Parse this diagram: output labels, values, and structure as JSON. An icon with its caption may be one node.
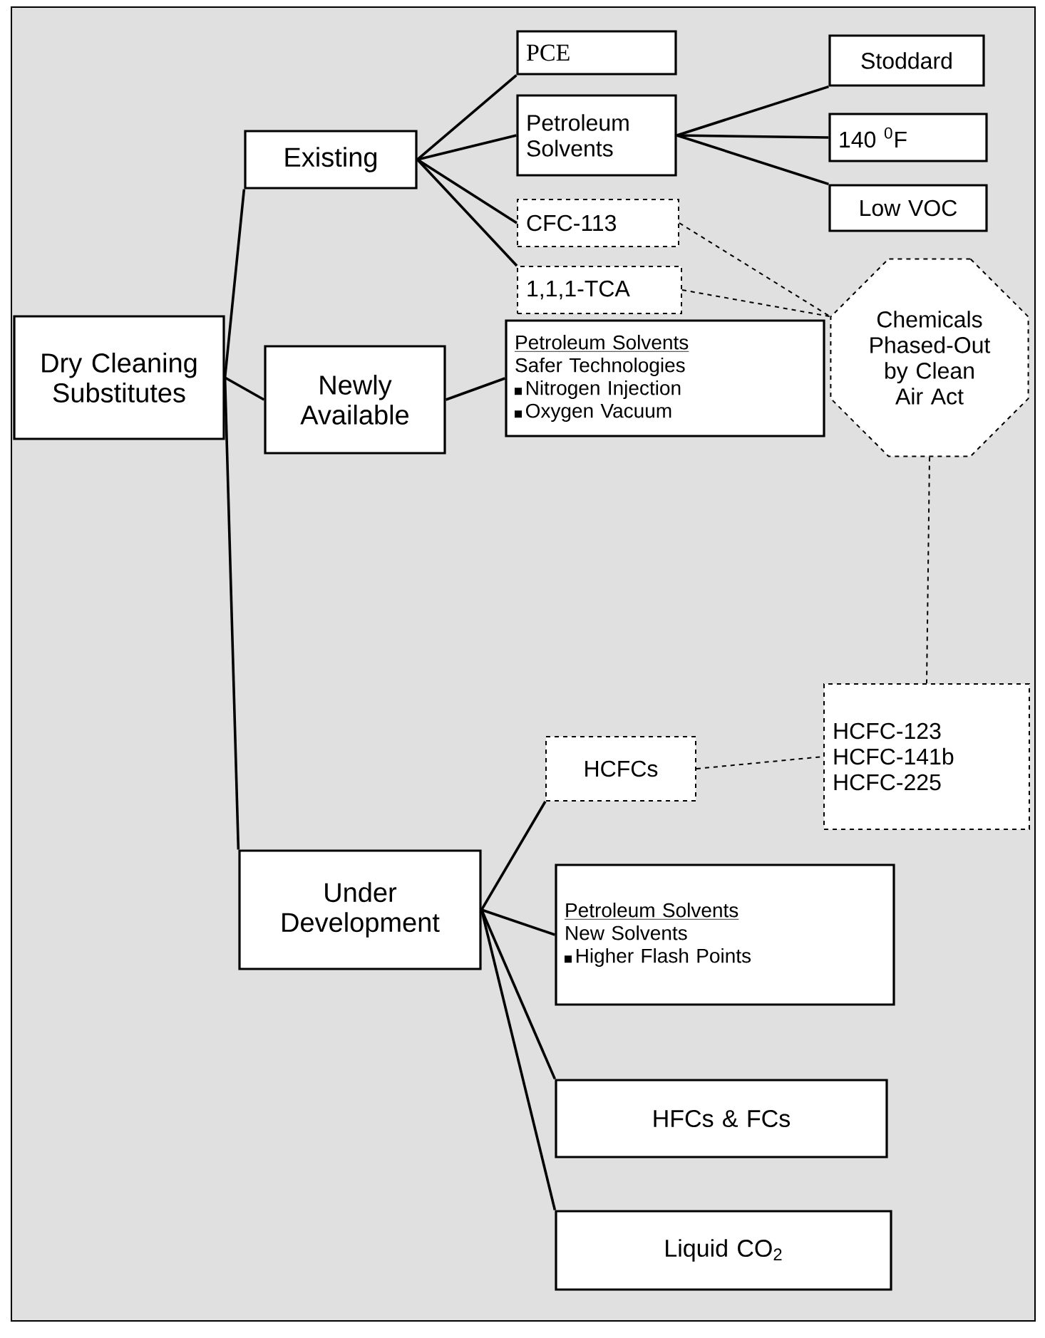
{
  "diagram": {
    "nodes": [
      {
        "text": [
          "Dry Cleaning Substitutes"
        ]
      },
      {
        "text": [
          "Existing"
        ]
      },
      {
        "text": [
          "Newly Available"
        ]
      },
      {
        "text": [
          "Under Development"
        ]
      },
      {
        "text": [
          "PCE"
        ]
      },
      {
        "text": [
          "Petroleum Solvents"
        ]
      },
      {
        "text": [
          "CFC-113"
        ]
      },
      {
        "text": [
          "1,1,1-TCA"
        ]
      },
      {
        "text": [
          "Petroleum Solvents",
          "Safer Technologies",
          "Nitrogen Injection",
          "Oxygen Vacuum"
        ]
      },
      {
        "text": [
          "Stoddard"
        ]
      },
      {
        "text": [
          "140 $^{0}$F"
        ]
      },
      {
        "text": [
          "Low VOC"
        ]
      },
      {
        "text": [
          "Chemicals Phased-Out by Clean Air Act"
        ]
      },
      {
        "text": [
          "HCFCs"
        ]
      },
      {
        "text": [
          "HCFC-123",
          "HCFC-141b",
          "HCFC-225"
        ]
      },
      {
        "text": [
          "Petroleum Solvents",
          "New Solvents",
          "Higher Flash Points"
        ]
      },
      {
        "text": [
          "HFCs & FCs"
        ]
      },
      {
        "text": [
          "Liquid CO$_{2}$"
        ]
      }
    ],
    "edges": [
      {
        "from": 0,
        "to": 1,
        "arrow": "none"
      },
      {
        "from": 0,
        "to": 2,
        "arrow": "none"
      },
      {
        "from": 0,
        "to": 3,
        "arrow": "none"
      },
      {
        "from": 1,
        "to": 4,
        "arrow": "none"
      },
      {
        "from": 1,
        "to": 5,
        "arrow": "none"
      },
      {
        "from": 1,
        "to": 6,
        "arrow": "none"
      },
      {
        "from": 1,
        "to": 7,
        "arrow": "none"
      },
      {
        "from": 2,
        "to": 8,
        "arrow": "none"
      },
      {
        "from": 5,
        "to": 9,
        "arrow": "none"
      },
      {
        "from": 5,
        "to": 10,
        "arrow": "none"
      },
      {
        "from": 5,
        "to": 11,
        "arrow": "none"
      },
      {
        "from": 6,
        "to": 12,
        "arrow": "none",
        "style": "dashed"
      },
      {
        "from": 7,
        "to": 12,
        "arrow": "none",
        "style": "dashed"
      },
      {
        "from": 12,
        "to": 14,
        "arrow": "none",
        "style": "dashed"
      },
      {
        "from": 13,
        "to": 14,
        "arrow": "none",
        "style": "dashed"
      },
      {
        "from": 3,
        "to": 13,
        "arrow": "none"
      },
      {
        "from": 3,
        "to": 15,
        "arrow": "none"
      },
      {
        "from": 3,
        "to": 16,
        "arrow": "none"
      },
      {
        "from": 3,
        "to": 17,
        "arrow": "none"
      }
    ]
  }
}
